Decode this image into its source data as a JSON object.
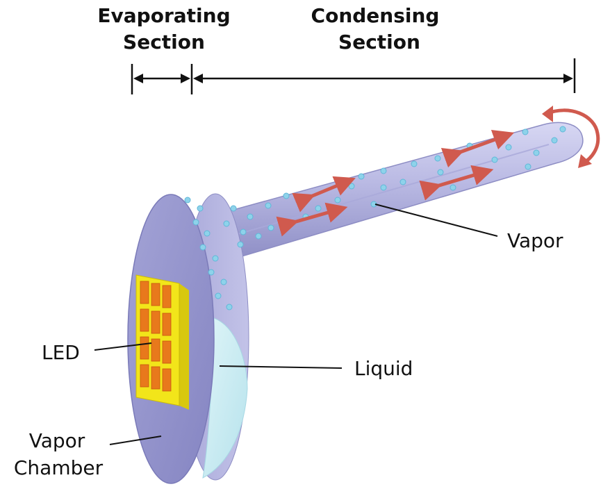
{
  "header": {
    "evaporating_line1": "Evaporating",
    "evaporating_line2": "Section",
    "condensing_line1": "Condensing",
    "condensing_line2": "Section"
  },
  "labels": {
    "vapor": "Vapor",
    "led": "LED",
    "liquid": "Liquid",
    "chamber_line1": "Vapor",
    "chamber_line2": "Chamber"
  },
  "colors": {
    "pipe": "#b9b9e3",
    "pipe_edge": "#8d8dc4",
    "disk_face": "#9b9bd2",
    "disk_rim": "#b3b3df",
    "liquid": "#c6ecf2",
    "led_frame": "#f2e51a",
    "led_chip": "#e8791c",
    "flow_arrow": "#d05a4e",
    "bubble": "#8ed2ea"
  }
}
